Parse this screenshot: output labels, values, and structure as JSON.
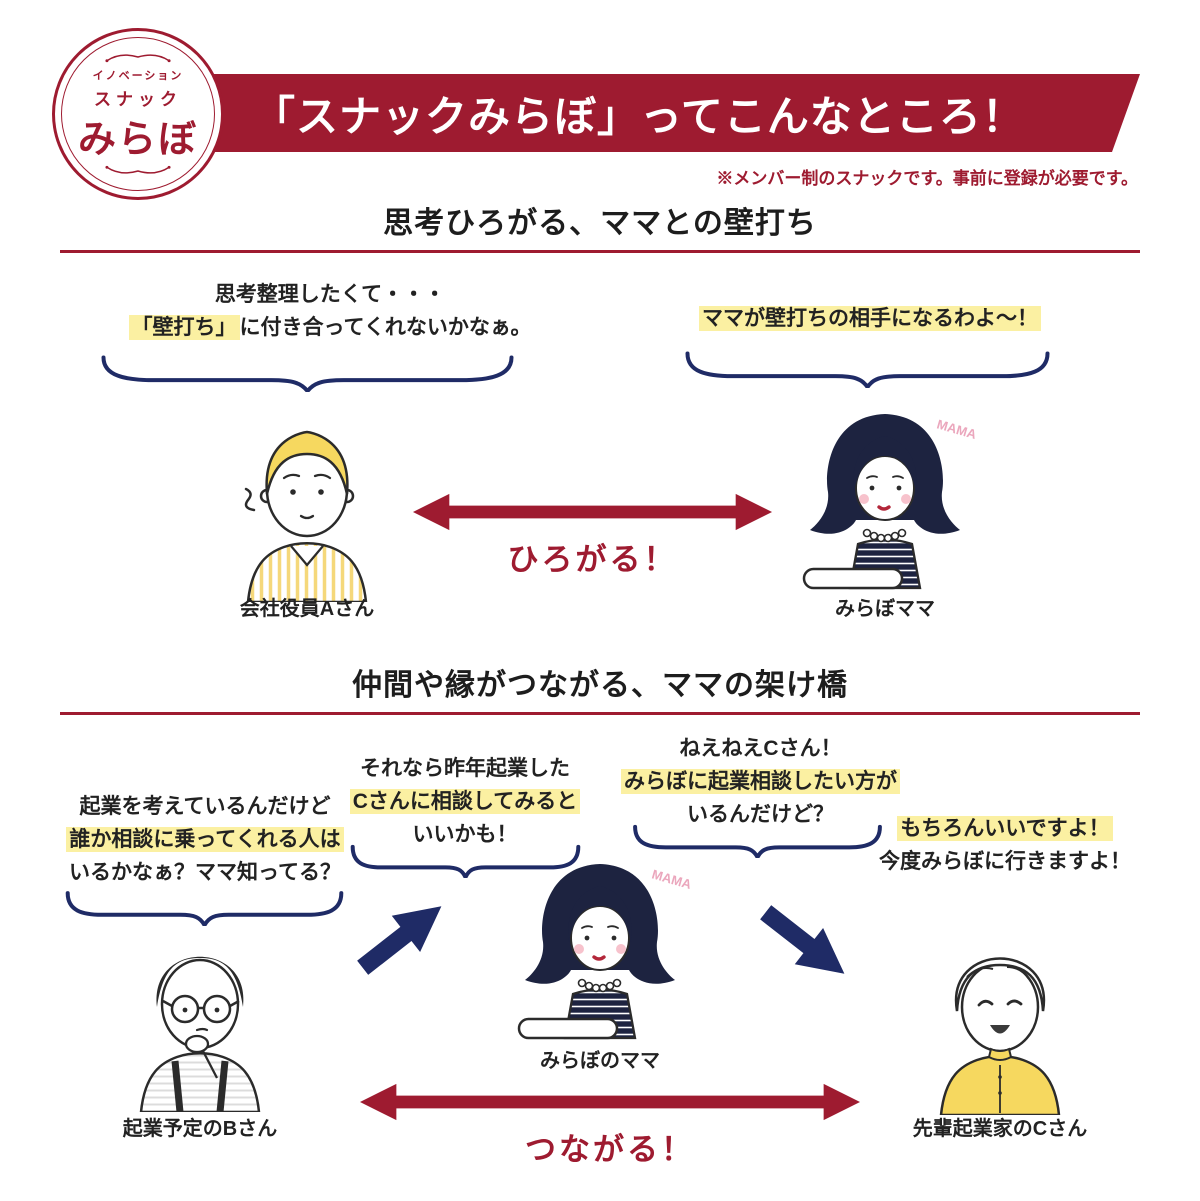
{
  "colors": {
    "accent": "#9e1b30",
    "navy": "#1f2b66",
    "hl": "#fbf0a2",
    "yellow": "#f6d85f",
    "ink": "#222222"
  },
  "logo": {
    "line1": "イノベーション",
    "line2": "スナック",
    "line3": "みらぼ"
  },
  "header": {
    "banner": "「スナックみらぼ」ってこんなところ！",
    "note": "※メンバー制のスナックです。事前に登録が必要です。"
  },
  "mama_doodle": "MAMA",
  "section1": {
    "title": "思考ひろがる、ママとの壁打ち",
    "bubble_a_line1": "思考整理したくて・・・",
    "bubble_a_line2_hl": "「壁打ち」",
    "bubble_a_line2_rest": "に付き合ってくれないかなぁ。",
    "bubble_mama": "ママが壁打ちの相手になるわよ～！",
    "arrow_label": "ひろがる！",
    "label_a": "会社役員Aさん",
    "label_mama": "みらぼママ"
  },
  "section2": {
    "title": "仲間や縁がつながる、ママの架け橋",
    "bubble_b_line1": "起業を考えているんだけど",
    "bubble_b_line2_hl": "誰か相談に乗ってくれる人は",
    "bubble_b_line3": "いるかなぁ？ママ知ってる？",
    "bubble_m1_line1": "それなら昨年起業した",
    "bubble_m1_line2_hl": "Cさんに相談してみると",
    "bubble_m1_line3": "いいかも！",
    "bubble_m2_line1": "ねえねえCさん！",
    "bubble_m2_line2_hl": "みらぼに起業相談したい方が",
    "bubble_m2_line3": "いるんだけど？",
    "bubble_c_line1_hl": "もちろんいいですよ！",
    "bubble_c_line2": "今度みらぼに行きますよ！",
    "arrow_label": "つながる！",
    "label_b": "起業予定のBさん",
    "label_mama": "みらぼのママ",
    "label_c": "先輩起業家のCさん"
  }
}
